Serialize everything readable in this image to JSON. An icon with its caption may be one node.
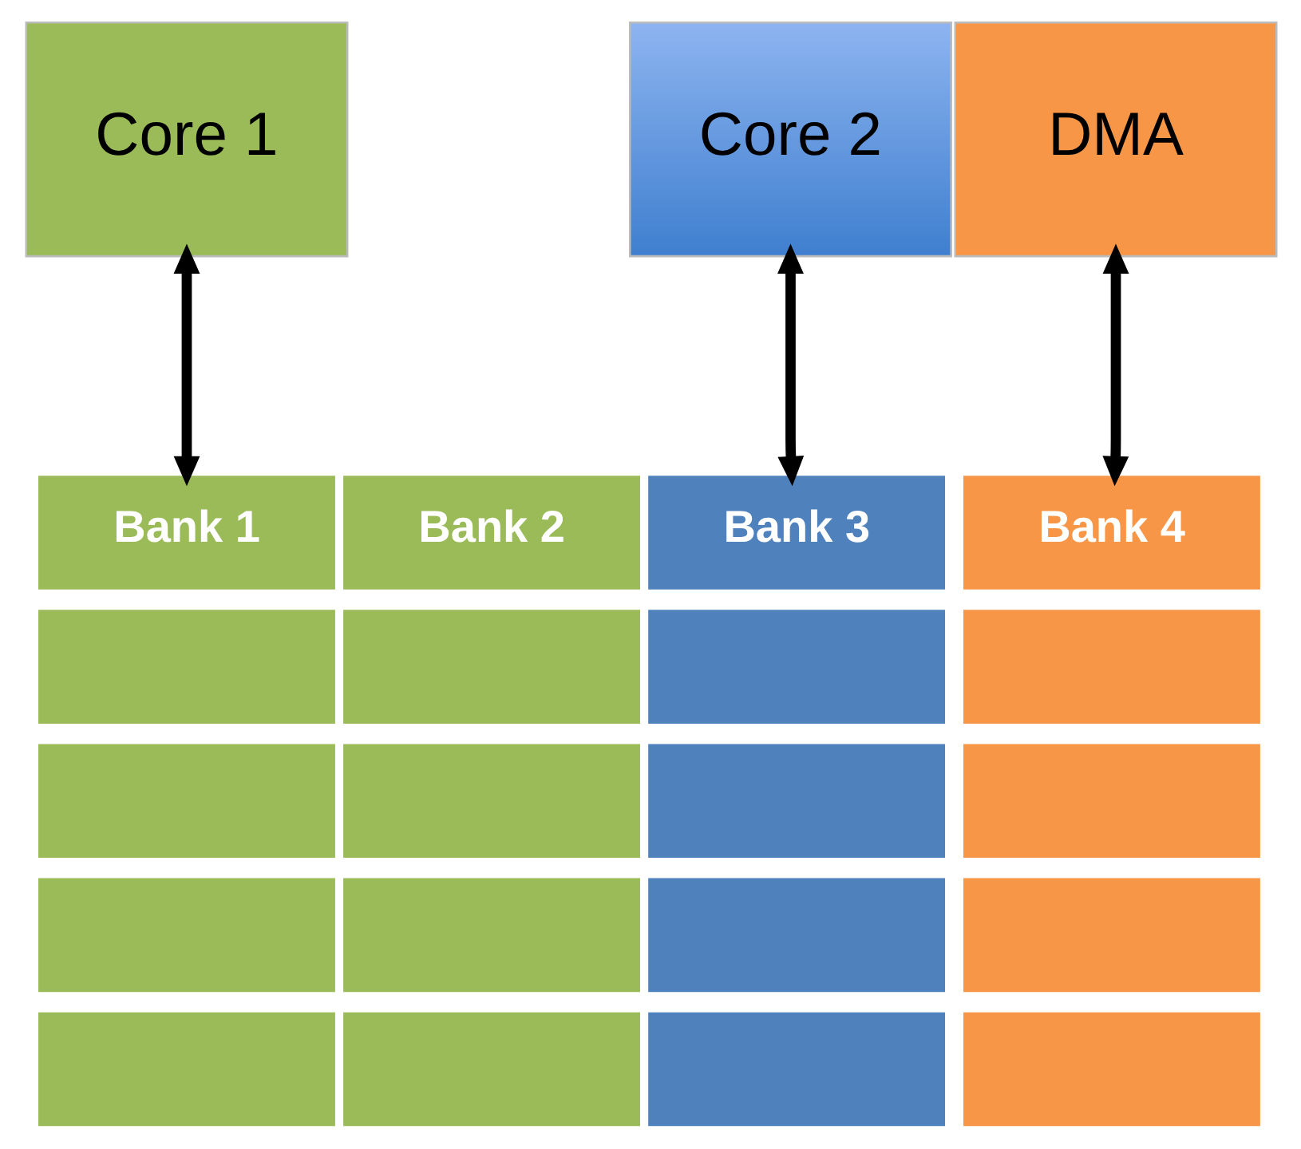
{
  "diagram": {
    "nodes": [
      {
        "text": [
          "Core 1"
        ]
      },
      {
        "text": [
          "Core 2"
        ]
      },
      {
        "text": [
          "DMA"
        ]
      },
      {
        "text": [
          "Bank 1"
        ]
      },
      {
        "text": [
          "Bank 2"
        ]
      },
      {
        "text": [
          "Bank 3"
        ]
      },
      {
        "text": [
          "Bank 4"
        ]
      },
      {
        "text": [],
        "shape": "box"
      },
      {
        "text": [],
        "shape": "box"
      },
      {
        "text": [],
        "shape": "box"
      },
      {
        "text": [],
        "shape": "box"
      },
      {
        "text": [],
        "shape": "box"
      },
      {
        "text": [],
        "shape": "box"
      },
      {
        "text": [],
        "shape": "box"
      },
      {
        "text": [],
        "shape": "box"
      },
      {
        "text": [],
        "shape": "box"
      },
      {
        "text": [],
        "shape": "box"
      },
      {
        "text": [],
        "shape": "box"
      },
      {
        "text": [],
        "shape": "box"
      },
      {
        "text": [],
        "shape": "box"
      },
      {
        "text": [],
        "shape": "box"
      },
      {
        "text": [],
        "shape": "box"
      },
      {
        "text": [],
        "shape": "box"
      }
    ],
    "edges": [
      {
        "from": 0,
        "to": 3,
        "arrow": "both"
      },
      {
        "from": 1,
        "to": 5,
        "arrow": "both"
      },
      {
        "from": 2,
        "to": 6,
        "arrow": "both"
      }
    ]
  }
}
